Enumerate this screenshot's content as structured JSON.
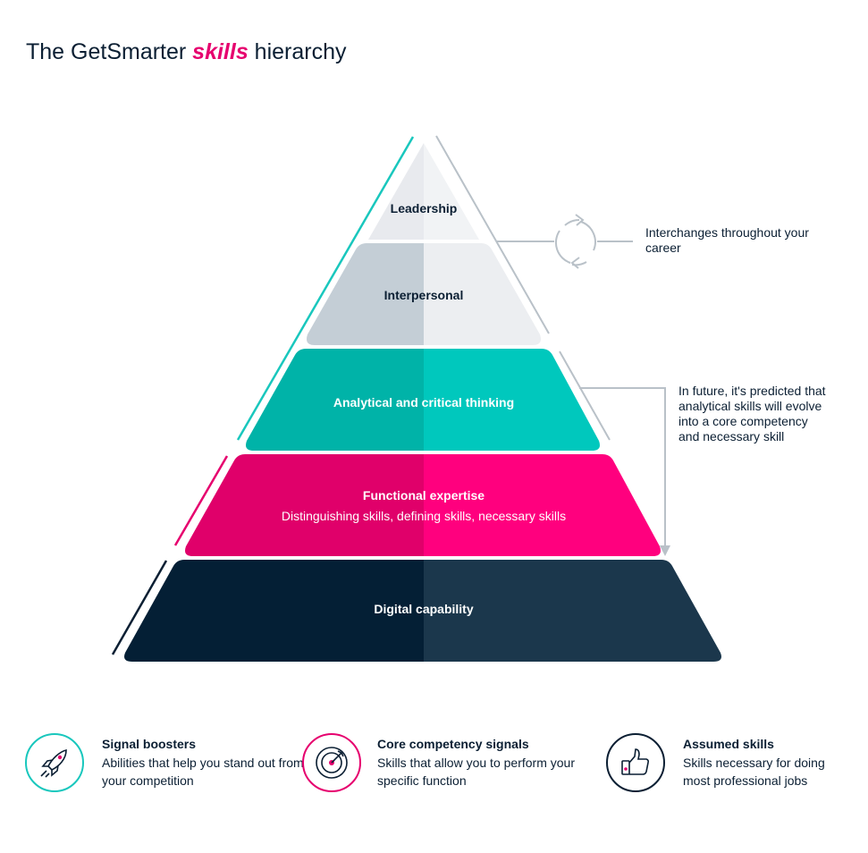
{
  "title": {
    "prefix": "The GetSmarter ",
    "highlight": "skills",
    "suffix": " hierarchy"
  },
  "pyramid": {
    "tiers": [
      {
        "label": "Leadership",
        "sublabel": ""
      },
      {
        "label": "Interpersonal",
        "sublabel": ""
      },
      {
        "label": "Analytical and critical thinking",
        "sublabel": ""
      },
      {
        "label": "Functional expertise",
        "sublabel": "Distinguishing skills, defining skills, necessary skills"
      },
      {
        "label": "Digital capability",
        "sublabel": ""
      }
    ]
  },
  "notes": {
    "interchange": "Interchanges throughout your career",
    "future": "In future, it's predicted that analytical skills will evolve into a core competency and necessary skill"
  },
  "legend": [
    {
      "title": "Signal boosters",
      "desc": "Abilities that help you stand out from your competition",
      "icon": "rocket-icon",
      "color": "#19c7bd"
    },
    {
      "title": "Core competency signals",
      "desc": "Skills that allow you to perform your specific function",
      "icon": "target-icon",
      "color": "#e6006e"
    },
    {
      "title": "Assumed skills",
      "desc": "Skills necessary for doing most professional jobs",
      "icon": "thumbs-up-icon",
      "color": "#0b1f33"
    }
  ],
  "colors": {
    "teal": "#19c7bd",
    "pink": "#e6006e",
    "navy": "#0b1f33",
    "leadership": "#eceef1",
    "interpersonal": "#c4ced6"
  }
}
